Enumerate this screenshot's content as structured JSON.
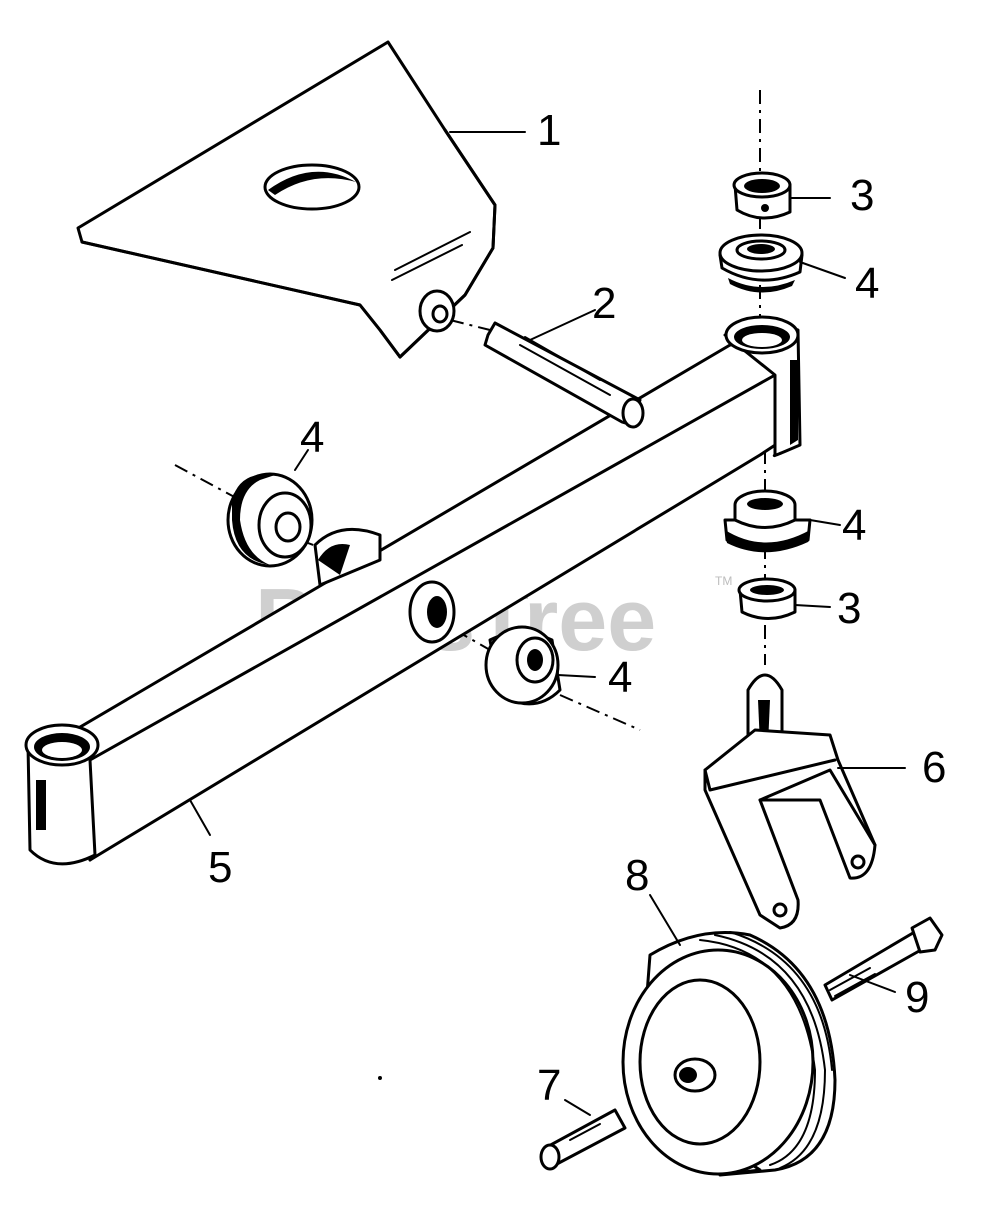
{
  "watermark": {
    "text": "PartsTree",
    "mark": "TM"
  },
  "callouts": {
    "c1": "1",
    "c2": "2",
    "c3a": "3",
    "c4a": "4",
    "c4b": "4",
    "c4c": "4",
    "c3b": "3",
    "c4d": "4",
    "c6": "6",
    "c5": "5",
    "c8": "8",
    "c9": "9",
    "c7": "7"
  }
}
